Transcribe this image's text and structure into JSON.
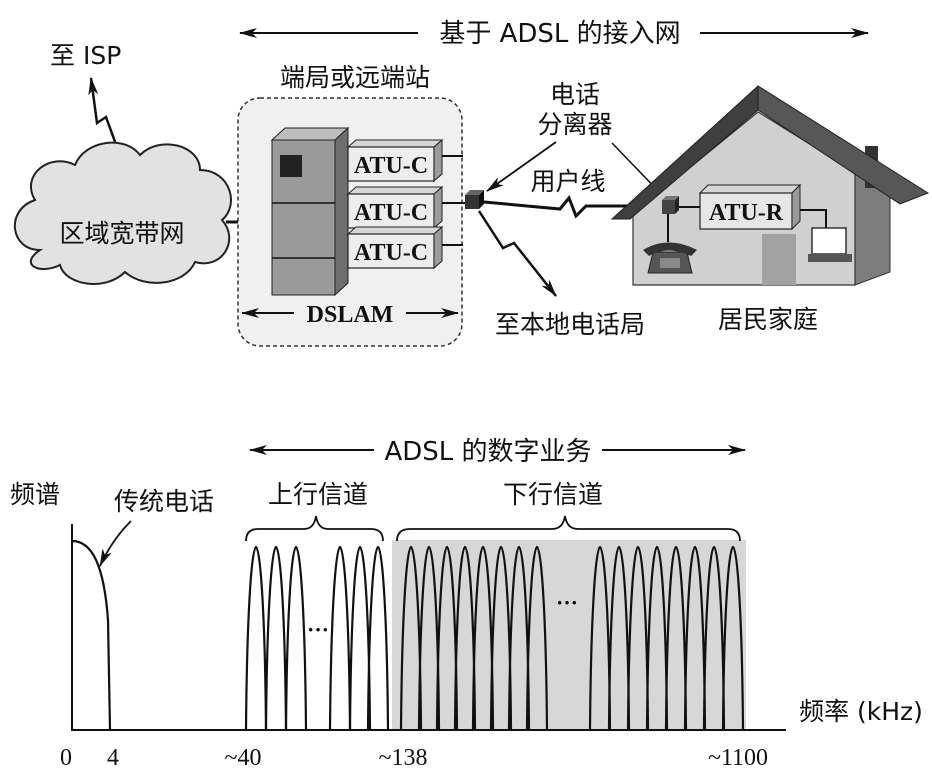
{
  "top": {
    "title": "基于 ADSL 的接入网",
    "isp_label": "至 ISP",
    "cloud_label": "区域宽带网",
    "office_label": "端局或远端站",
    "atu_c": [
      "ATU-C",
      "ATU-C",
      "ATU-C"
    ],
    "dslam_label": "DSLAM",
    "splitter_label_line1": "电话",
    "splitter_label_line2": "分离器",
    "user_line_label": "用户线",
    "atu_r": "ATU-R",
    "local_exchange_label": "至本地电话局",
    "home_label": "居民家庭"
  },
  "spectrum": {
    "title": "ADSL 的数字业务",
    "y_label": "频谱",
    "x_label": "频率 (kHz)",
    "pots_label": "传统电话",
    "upstream_label": "上行信道",
    "downstream_label": "下行信道",
    "ellipsis": "···",
    "ticks": [
      "0",
      "4",
      "~40",
      "~138",
      "~1100"
    ]
  },
  "colors": {
    "ink": "#111111",
    "cloud": "#e2e2e2",
    "office_area": "#f0f0f0",
    "downstream_band": "#d7d7d7",
    "house_wall": "#d0d0d0",
    "roof": "#575757"
  }
}
